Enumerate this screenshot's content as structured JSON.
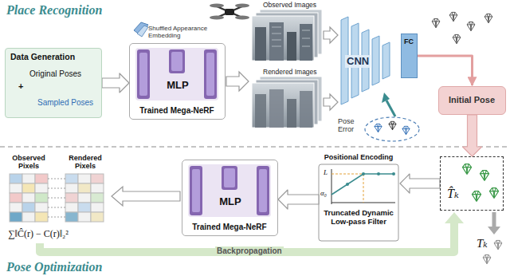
{
  "diagram": {
    "nodes": [
      {
        "text": [
          "Data Generation",
          "Original Poses",
          "+",
          "Sampled Poses"
        ]
      },
      {
        "text": [
          "Trained Mega-NeRF"
        ]
      },
      {
        "text": [
          "MLP"
        ],
        "in": 1
      },
      {
        "text": [
          "CNN"
        ]
      },
      {
        "text": [
          "FC"
        ]
      },
      {
        "text": [
          "Initial Pose"
        ]
      },
      {
        "text": [
          "T̂ₖ"
        ]
      },
      {
        "text": [
          "Positional Encoding",
          "Truncated Dynamic Low-pass Filter"
        ]
      },
      {
        "text": [
          "Trained Mega-NeRF"
        ]
      },
      {
        "text": [
          "MLP"
        ],
        "in": 8
      }
    ],
    "edges": [
      {
        "from": 0,
        "to": 1,
        "arrow": "to"
      },
      {
        "from": 4,
        "to": 5,
        "arrow": "to"
      },
      {
        "from": 5,
        "to": 6,
        "arrow": "to"
      },
      {
        "from": 6,
        "to": 7,
        "arrow": "to"
      },
      {
        "from": 7,
        "to": 8,
        "arrow": "to"
      }
    ],
    "labels": [
      "Place Recognition",
      "Shuffled Appearance Embedding",
      "Observed Images",
      "Rendered Images",
      "Pose Error",
      "Pose Optimization",
      "Observed Pixels",
      "Rendered Pixels",
      "∑‖Ĉ(r) − C(r)‖₂²",
      "Backpropagation",
      "L",
      "α₀",
      "Tₖ"
    ]
  }
}
